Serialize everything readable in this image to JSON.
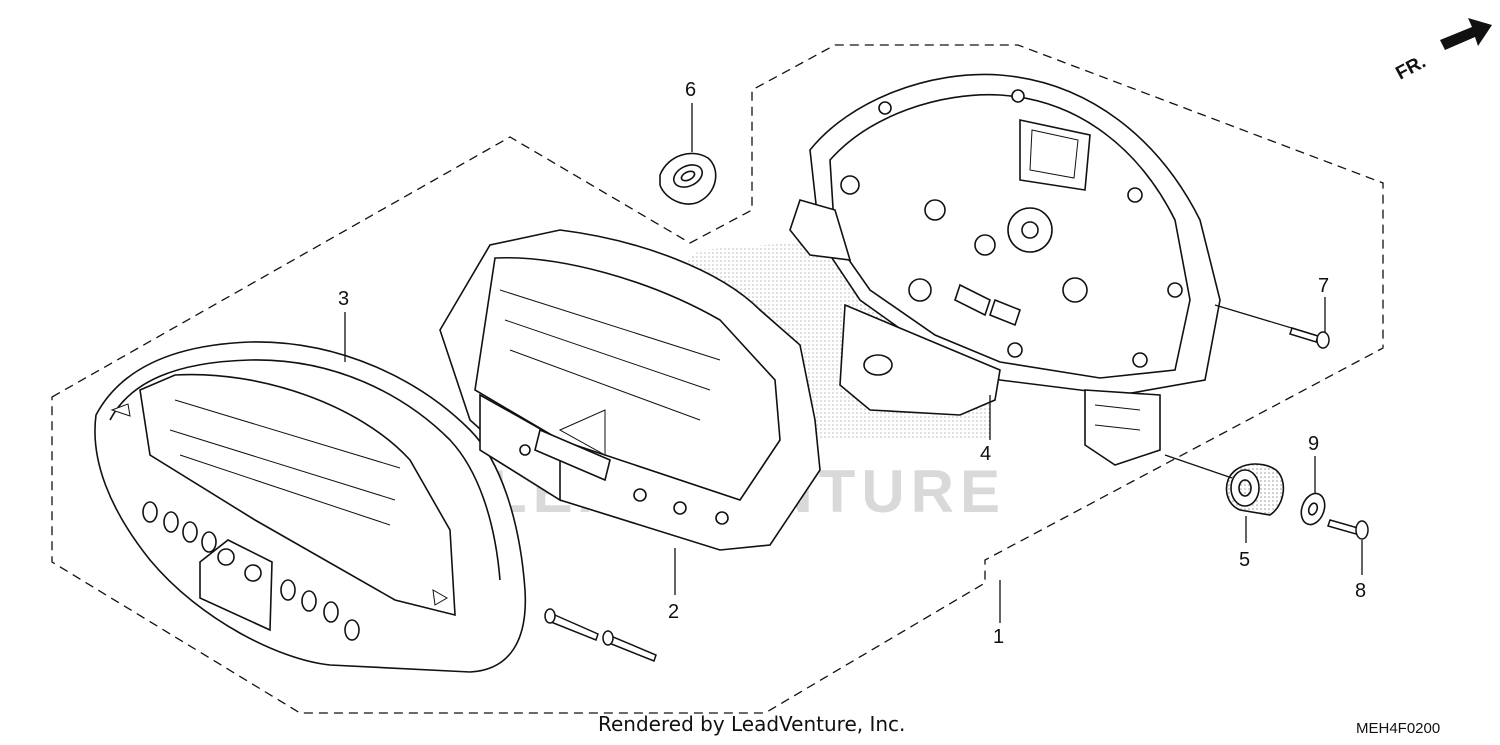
{
  "diagram": {
    "callouts": {
      "c1": "1",
      "c2": "2",
      "c3": "3",
      "c4": "4",
      "c5": "5",
      "c6": "6",
      "c7": "7",
      "c8": "8",
      "c9": "9"
    },
    "direction_label": "FR.",
    "watermark": "LEADVENTURE"
  },
  "footer": {
    "rendered_by": "Rendered by LeadVenture, Inc.",
    "diagram_code": "MEH4F0200"
  }
}
